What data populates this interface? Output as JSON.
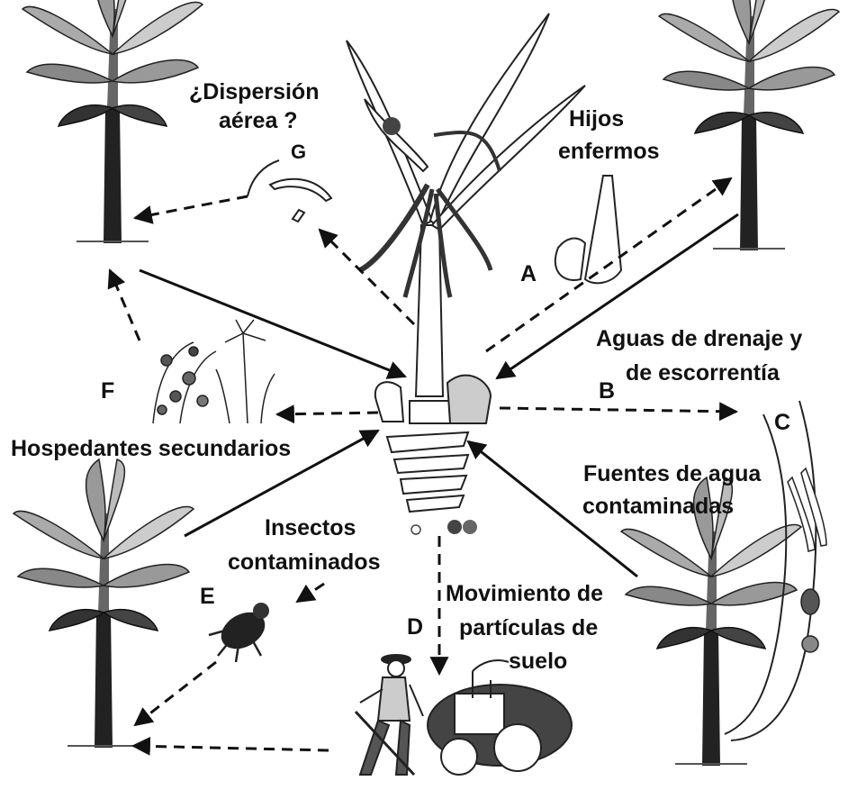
{
  "labels": {
    "dispersion": "¿Dispersión",
    "aerea": "aérea ?",
    "g": "G",
    "hijos": "Hijos",
    "enfermos": "enfermos",
    "a": "A",
    "aguas_1": "Aguas de drenaje y",
    "aguas_2": "de escorrentía",
    "b": "B",
    "c": "C",
    "f": "F",
    "hospedantes": "Hospedantes secundarios",
    "fuentes_1": "Fuentes de agua",
    "fuentes_2": "contaminadas",
    "insectos_1": "Insectos",
    "insectos_2": "contaminados",
    "e": "E",
    "movimiento_1": "Movimiento de",
    "movimiento_2": "partículas de",
    "movimiento_3": "suelo",
    "d": "D"
  },
  "colors": {
    "ink": "#111111",
    "paper": "#ffffff",
    "grey": "#777777"
  }
}
